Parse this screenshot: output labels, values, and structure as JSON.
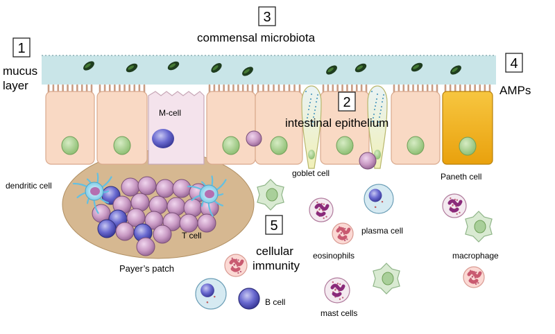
{
  "markers": [
    "1",
    "2",
    "3",
    "4",
    "5"
  ],
  "labels": {
    "mucus": "mucus\nlayer",
    "microbiota": "commensal microbiota",
    "amps": "AMPs",
    "epithelium": "intestinal epithelium",
    "immunity": "cellular\nimmunity",
    "m_cell": "M-cell",
    "goblet": "goblet cell",
    "paneth": "Paneth cell",
    "dendritic": "dendritic cell",
    "t_cell": "T cell",
    "payers_patch": "Payer’s patch",
    "plasma": "plasma cell",
    "eosinophils": "eosinophils",
    "macrophage": "macrophage",
    "b_cell": "B cell",
    "mast": "mast cells"
  },
  "colors": {
    "mucus": "#c9e5e8",
    "enterocyte": "#f9d9c4",
    "enterocyte_edge": "#d9a98d",
    "nucleus": "#a6cf8e",
    "m_cell": "#f4e3ec",
    "paneth": "#f2b319",
    "goblet": "#f1f0b8",
    "patch": "#d6b891",
    "lymphocyte": "#c79ac4",
    "dendritic": "#8fd3ea",
    "bacteria": "#1f3d1f"
  }
}
